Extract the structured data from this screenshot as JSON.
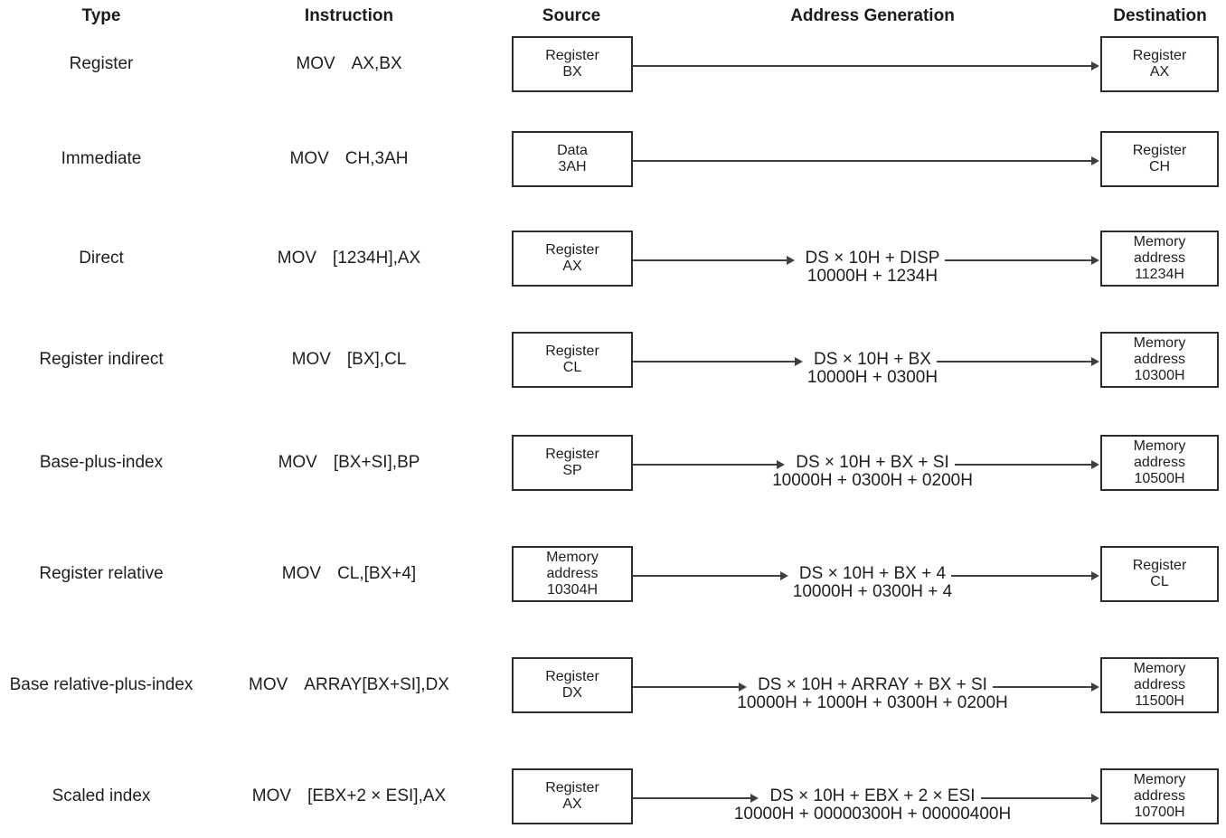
{
  "title": "Addressing modes figure",
  "colors": {
    "background": "#ffffff",
    "text": "#1e1e1e",
    "box_border": "#2d2d2d",
    "arrow": "#3f3f3f"
  },
  "header": {
    "type": "Type",
    "instruction": "Instruction",
    "source": "Source",
    "address_generation": "Address Generation",
    "destination": "Destination"
  },
  "rows": [
    {
      "type": "Register",
      "mnemonic": "MOV",
      "operands": "AX,BX",
      "source": [
        "Register",
        "BX"
      ],
      "dest": [
        "Register",
        "AX"
      ]
    },
    {
      "type": "Immediate",
      "mnemonic": "MOV",
      "operands": "CH,3AH",
      "source": [
        "Data",
        "3AH"
      ],
      "dest": [
        "Register",
        "CH"
      ]
    },
    {
      "type": "Direct",
      "mnemonic": "MOV",
      "operands": "[1234H],AX",
      "source": [
        "Register",
        "AX"
      ],
      "addr": [
        "DS × 10H + DISP",
        "10000H + 1234H"
      ],
      "dest": [
        "Memory",
        "address",
        "11234H"
      ]
    },
    {
      "type": "Register indirect",
      "mnemonic": "MOV",
      "operands": "[BX],CL",
      "source": [
        "Register",
        "CL"
      ],
      "addr": [
        "DS × 10H + BX",
        "10000H + 0300H"
      ],
      "dest": [
        "Memory",
        "address",
        "10300H"
      ]
    },
    {
      "type": "Base-plus-index",
      "mnemonic": "MOV",
      "operands": "[BX+SI],BP",
      "source": [
        "Register",
        "SP"
      ],
      "addr": [
        "DS × 10H + BX + SI",
        "10000H + 0300H + 0200H"
      ],
      "dest": [
        "Memory",
        "address",
        "10500H"
      ]
    },
    {
      "type": "Register relative",
      "mnemonic": "MOV",
      "operands": "CL,[BX+4]",
      "source": [
        "Memory",
        "address",
        "10304H"
      ],
      "addr": [
        "DS × 10H + BX + 4",
        "10000H + 0300H + 4"
      ],
      "dest": [
        "Register",
        "CL"
      ]
    },
    {
      "type": "Base relative-plus-index",
      "mnemonic": "MOV",
      "operands": "ARRAY[BX+SI],DX",
      "source": [
        "Register",
        "DX"
      ],
      "addr": [
        "DS × 10H + ARRAY + BX + SI",
        "10000H + 1000H + 0300H + 0200H"
      ],
      "dest": [
        "Memory",
        "address",
        "11500H"
      ]
    },
    {
      "type": "Scaled index",
      "mnemonic": "MOV",
      "operands": "[EBX+2 × ESI],AX",
      "source": [
        "Register",
        "AX"
      ],
      "addr": [
        "DS × 10H + EBX + 2 × ESI",
        "10000H + 00000300H + 00000400H"
      ],
      "dest": [
        "Memory",
        "address",
        "10700H"
      ]
    }
  ]
}
